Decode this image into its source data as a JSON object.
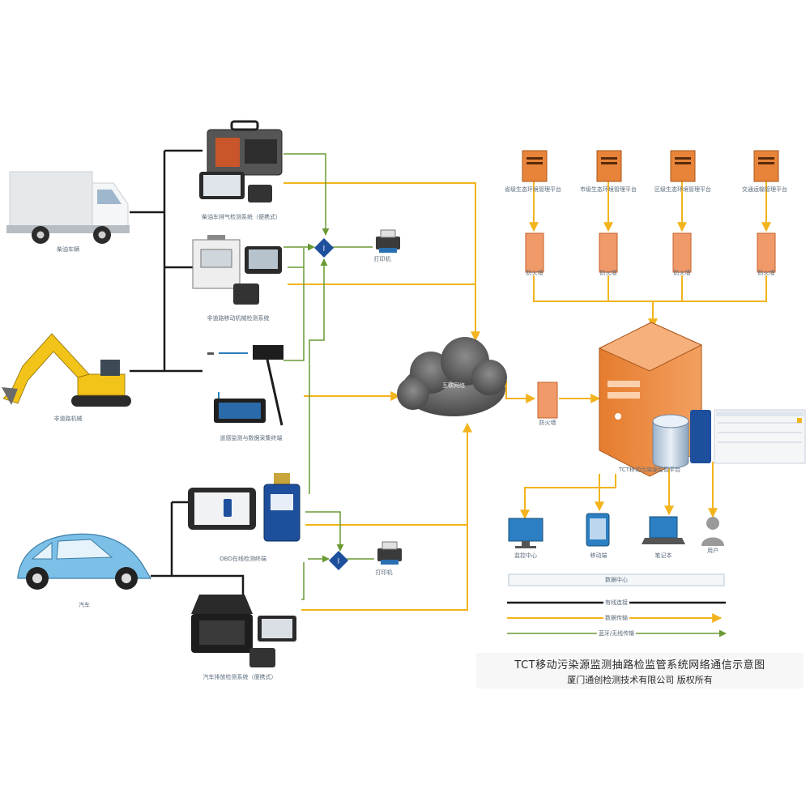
{
  "diagram": {
    "caption_title": "TCT移动污染源监测抽路检监管系统网络通信示意图",
    "caption_owner": "厦门通创检测技术有限公司 版权所有",
    "cloud_label": "互联网络",
    "colors": {
      "gold_line": "#f2b41c",
      "green_line": "#6a9a34",
      "black_line": "#1a1a1a",
      "server_orange": "#e8843a",
      "device_dark": "#3a3a3a"
    },
    "sources": {
      "truck": "柴油车辆",
      "excavator": "非道路机械",
      "car": "汽车"
    },
    "devices": {
      "d1": "柴油车排气检测系统（便携式）",
      "d2": "非道路移动机械检测系统",
      "d3": "遥感监测与数据采集终端",
      "d4": "OBD在线检测终端",
      "d5": "汽车排放检测系统（便携式）",
      "printer1": "打印机",
      "printer2": "打印机"
    },
    "servers": [
      "省级生态环境管理平台",
      "市级生态环境管理平台",
      "区级生态环境管理平台",
      "交通运输管理平台"
    ],
    "firewalls": [
      "防火墙",
      "防火墙",
      "防火墙",
      "防火墙"
    ],
    "main_firewall": "防火墙",
    "main_server": "TCT移动污染源监管平台",
    "clients": [
      "监控中心",
      "移动端",
      "笔记本",
      "用户"
    ],
    "legend": {
      "box": "数据中心",
      "black": "有线连接",
      "gold": "数据传输",
      "green": "蓝牙/无线传输"
    }
  }
}
